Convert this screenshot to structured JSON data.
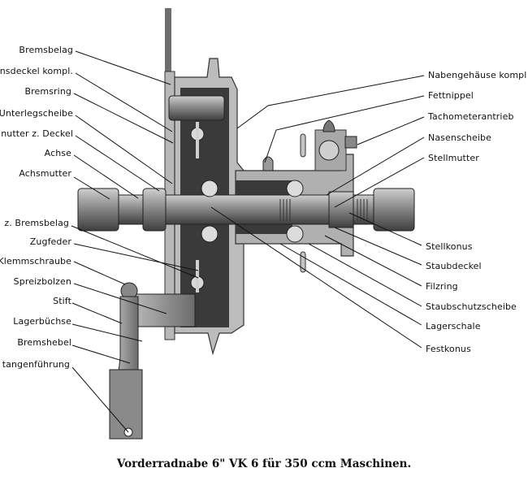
{
  "diagram": {
    "title": "Vorderradnabe 6\" VK 6 für 350 ccm Maschinen.",
    "left_labels": [
      {
        "id": "bremsbelag",
        "text": "Bremsbelag"
      },
      {
        "id": "bremsdeckel",
        "text": "nsdeckel kompl."
      },
      {
        "id": "bremsring",
        "text": "Bremsring"
      },
      {
        "id": "unterlegscheibe",
        "text": "Unterlegscheibe"
      },
      {
        "id": "mutter-deckel",
        "text": "nutter z. Deckel"
      },
      {
        "id": "achse",
        "text": "Achse"
      },
      {
        "id": "achsmutter",
        "text": "Achsmutter"
      },
      {
        "id": "z-bremsbelag",
        "text": "z. Bremsbelag"
      },
      {
        "id": "zugfeder",
        "text": "Zugfeder"
      },
      {
        "id": "klemmschraube",
        "text": "Klemmschraube"
      },
      {
        "id": "spreizbolzen",
        "text": "Spreizbolzen"
      },
      {
        "id": "stift",
        "text": "Stift"
      },
      {
        "id": "lagerbuechse",
        "text": "Lagerbüchse"
      },
      {
        "id": "bremshebel",
        "text": "Bremshebel"
      },
      {
        "id": "stangenfuehrung",
        "text": "tangenführung"
      }
    ],
    "right_labels": [
      {
        "id": "nabengehaeuse",
        "text": "Nabengehäuse kompl"
      },
      {
        "id": "fettnippel",
        "text": "Fettnippel"
      },
      {
        "id": "tachometerantrieb",
        "text": "Tachometerantrieb"
      },
      {
        "id": "nasenscheibe",
        "text": "Nasenscheibe"
      },
      {
        "id": "stellmutter",
        "text": "Stellmutter"
      },
      {
        "id": "stellkonus",
        "text": "Stellkonus"
      },
      {
        "id": "staubdeckel",
        "text": "Staubdeckel"
      },
      {
        "id": "filzring",
        "text": "Filzring"
      },
      {
        "id": "staubschutzscheibe",
        "text": "Staubschutzscheibe"
      },
      {
        "id": "lagerschale",
        "text": "Lagerschale"
      },
      {
        "id": "festkonus",
        "text": "Festkonus"
      }
    ]
  }
}
